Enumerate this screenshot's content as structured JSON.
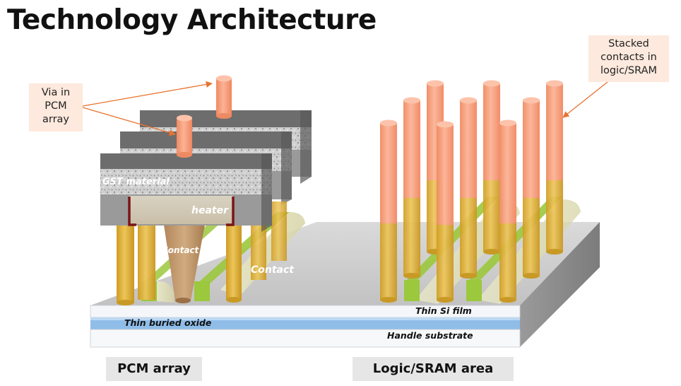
{
  "title": "Technology Architecture",
  "callouts": {
    "via": [
      "Via in",
      "PCM",
      "array"
    ],
    "stacked": [
      "Stacked",
      "contacts in",
      "logic/SRAM"
    ]
  },
  "diagram_labels": {
    "gst": "GST material",
    "heater": "heater",
    "contact_left": "Contact",
    "contact_right": "Contact",
    "thin_si": "Thin Si film",
    "buried_oxide": "Thin buried oxide",
    "handle": "Handle substrate"
  },
  "bottom_labels": {
    "pcm": "PCM array",
    "logic": "Logic/SRAM area"
  },
  "colors": {
    "via": "#f9a07c",
    "contact": "#e2b23a",
    "gate_green": "#9bc83c",
    "oxide_blue": "#8fbde8"
  }
}
